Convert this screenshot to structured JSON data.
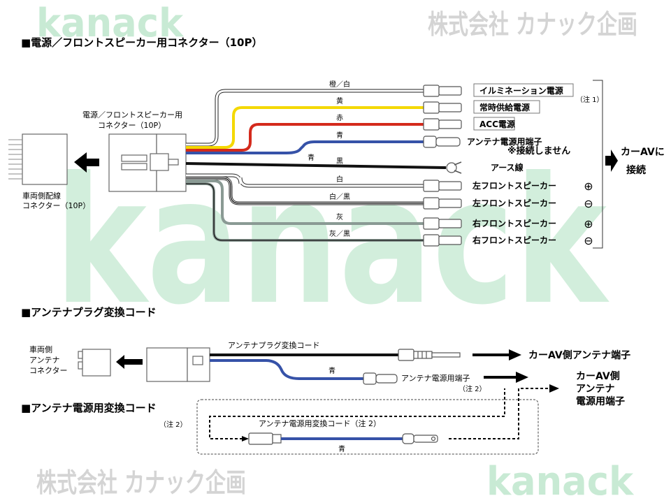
{
  "watermarks": {
    "brand": "kanack",
    "company": "株式会社 カナック企画"
  },
  "sections": {
    "power": "■電源／フロントスピーカー用コネクター（10P）",
    "antenna_plug": "■アンテナプラグ変換コード",
    "antenna_power": "■アンテナ電源用変換コード"
  },
  "connectors": {
    "kit_line1": "電源／フロントスピーカー用",
    "kit_line2": "コネクター（10P）",
    "vehicle_line1": "車両側配線",
    "vehicle_line2": "コネクター（10P）",
    "ant_vehicle_line1": "車両側",
    "ant_vehicle_line2": "アンテナ",
    "ant_vehicle_line3": "コネクター"
  },
  "wires": [
    {
      "color_label": "橙／白",
      "terminal": "イルミネーション電源",
      "color": "#f0c090",
      "symbol": ""
    },
    {
      "color_label": "黄",
      "terminal": "常時供給電源",
      "color": "#f4d800",
      "symbol": ""
    },
    {
      "color_label": "赤",
      "terminal": "ACC電源",
      "color": "#d42a1c",
      "symbol": ""
    },
    {
      "color_label": "青",
      "terminal": "アンテナ電源用端子",
      "color": "#3652a8",
      "symbol": ""
    },
    {
      "color_label": "黒",
      "terminal": "アース線",
      "color": "#111111",
      "symbol": ""
    },
    {
      "color_label": "白",
      "terminal": "左フロントスピーカー",
      "color": "#dddddd",
      "symbol": "⊕"
    },
    {
      "color_label": "白／黒",
      "terminal": "左フロントスピーカー",
      "color": "#dddddd",
      "symbol": "⊖"
    },
    {
      "color_label": "灰",
      "terminal": "右フロントスピーカー",
      "color": "#8a9a94",
      "symbol": "⊕"
    },
    {
      "color_label": "灰／黒",
      "terminal": "右フロントスピーカー",
      "color": "#8a9a94",
      "symbol": "⊖"
    }
  ],
  "labels": {
    "blue_branch": "青",
    "not_connected": "※接続しません",
    "note1": "（注 1）",
    "connect_line1": "カーAVに",
    "connect_line2": "接続",
    "plug_cord": "アンテナプラグ変換コード",
    "plug_cord_blue": "青",
    "plug_terminal": "アンテナ電源用端子",
    "note2a": "（注 2）",
    "to_antenna": "カーAV側アンテナ端子",
    "to_power_line1": "カーAV側",
    "to_power_line2": "アンテナ",
    "to_power_line3": "電源用端子",
    "note2b": "（注 2）",
    "power_cord": "アンテナ電源用変換コード（注 2）",
    "power_cord_blue": "青"
  }
}
